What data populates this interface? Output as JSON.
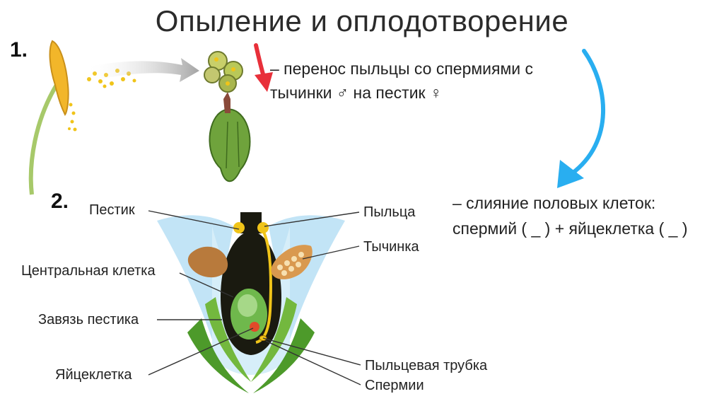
{
  "title": "Опыление и оплодотворение",
  "sections": [
    {
      "number": "1.",
      "description_line1": "– перенос пыльцы со спермиями с",
      "description_line2": "тычинки ♂ на пестик ♀"
    },
    {
      "number": "2.",
      "description_line1": "– слияние половых клеток:",
      "description_line2": "спермий ( _ ) + яйцеклетка ( _ )"
    }
  ],
  "labels": {
    "pistil": "Пестик",
    "pollen": "Пыльца",
    "stamen": "Тычинка",
    "central_cell": "Центральная клетка",
    "ovary": "Завязь пестика",
    "egg_cell": "Яйцеклетка",
    "pollen_tube": "Пыльцевая трубка",
    "sperm": "Спермии"
  },
  "colors": {
    "red_arrow": "#e8303a",
    "blue_arrow": "#29aef0",
    "petal": "#bfe3f5",
    "green": "#5aa832",
    "ovary_dark": "#1a1a10",
    "pollen_yellow": "#f0c419",
    "anther": "#b87a3c"
  }
}
